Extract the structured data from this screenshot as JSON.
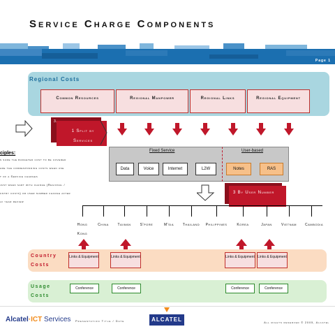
{
  "title": "Service Charge Components",
  "page_label": "Page 1",
  "regional": {
    "label": "Regional Costs",
    "boxes": [
      "Common Resources",
      "Regional Manpower",
      "Regional Links",
      "Regional Equipment"
    ]
  },
  "split": {
    "fragment": "3.",
    "label": "1 Split by Services"
  },
  "principles": {
    "heading": "ciples:",
    "lines": [
      "s sure the budgeted cost to be covered",
      "are the corresponding costs when use",
      "t of a Service charges",
      "just when sart with change (Regional /",
      "untry costs) or user number change after",
      "lf year review"
    ]
  },
  "fixed_service": {
    "label": "Fixed Service",
    "items": [
      "Data",
      "Voice",
      "Internet",
      "L2W"
    ]
  },
  "user_based": {
    "label": "User-based",
    "items": [
      "Notes",
      "RAS"
    ]
  },
  "by_user": "3 By User Number",
  "countries": [
    "Hong Kong",
    "China",
    "Taiwan",
    "S'pore",
    "M'sia",
    "Thailand",
    "Philippines",
    "Korea",
    "Japan",
    "Vietnam",
    "Cambodia"
  ],
  "country_costs": {
    "label": "Country Costs",
    "item": "Links & Equipment"
  },
  "usage_costs": {
    "label": "Usage Costs",
    "item": "Conference"
  },
  "footer": {
    "logo_main": "Alcatel",
    "logo_ict": "ICT",
    "logo_services": "Services",
    "presentation": "Presentation Title / Date",
    "brand": "ALCATEL",
    "copyright": "All rights reserved © 2005, Alcatel"
  },
  "colors": {
    "accent_red": "#c0172a",
    "band_blue": "#1b6fb0",
    "regional_panel": "#a9d6e0",
    "country_panel": "#fbdcc2",
    "usage_panel": "#d9f0d4",
    "brand_blue": "#233a8a",
    "brand_orange": "#f28c1c"
  }
}
